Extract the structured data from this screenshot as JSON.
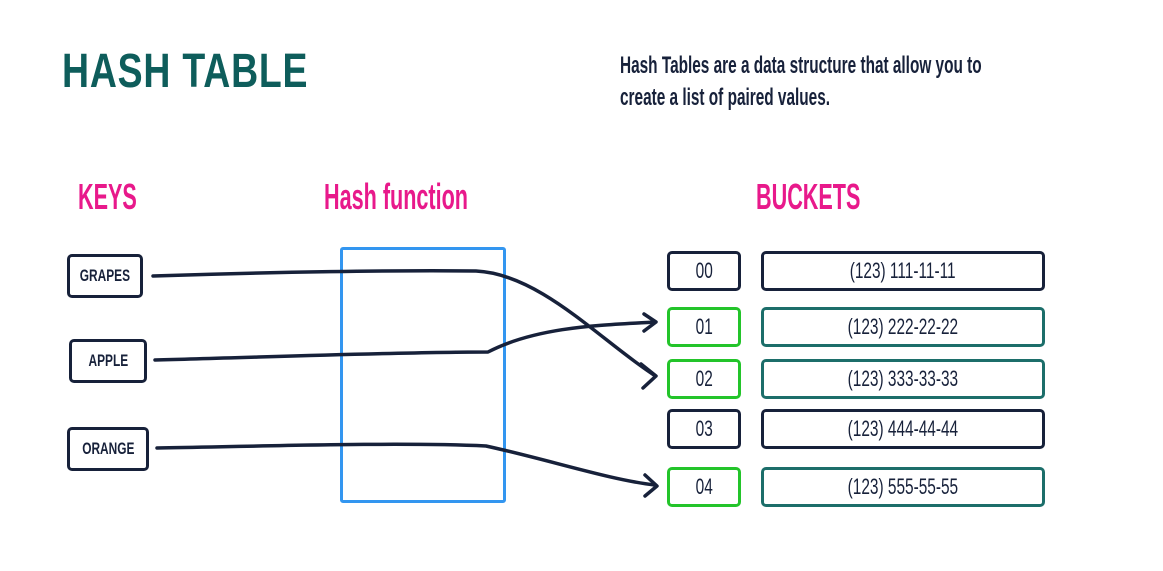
{
  "title": "HASH TABLE",
  "description": [
    "Hash Tables are a data structure that allow you to",
    "create a list of paired values."
  ],
  "headings": {
    "keys": "KEYS",
    "hash_function": "Hash function",
    "buckets": "BUCKETS"
  },
  "keys": [
    "GRAPES",
    "APPLE",
    "ORANGE"
  ],
  "buckets": [
    {
      "index": "00",
      "value": "(123) 111-11-11",
      "highlighted": false
    },
    {
      "index": "01",
      "value": "(123) 222-22-22",
      "highlighted": true
    },
    {
      "index": "02",
      "value": "(123) 333-33-33",
      "highlighted": true
    },
    {
      "index": "03",
      "value": "(123) 444-44-44",
      "highlighted": false
    },
    {
      "index": "04",
      "value": "(123) 555-55-55",
      "highlighted": true
    }
  ],
  "mappings": [
    {
      "key": "GRAPES",
      "bucket": "02"
    },
    {
      "key": "APPLE",
      "bucket": "01"
    },
    {
      "key": "ORANGE",
      "bucket": "04"
    }
  ],
  "colors": {
    "title": "#0e5d5b",
    "heading": "#e8198b",
    "dark": "#17213a",
    "hash_box": "#3396f0",
    "highlight_index": "#23c42a",
    "highlight_value": "#1c6e6a"
  }
}
